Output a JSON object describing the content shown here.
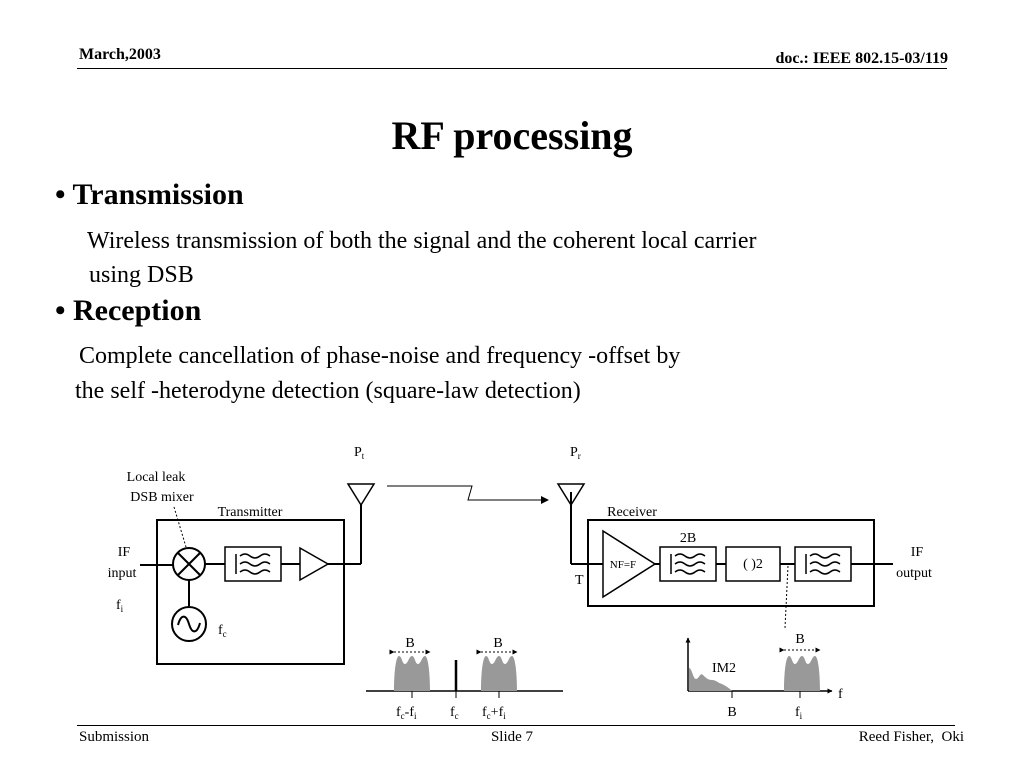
{
  "header": {
    "date": "March,2003",
    "doc": "doc.: IEEE 802.15-03/119"
  },
  "title": "RF processing",
  "sections": [
    {
      "heading": "Transmission",
      "lines": [
        "Wireless transmission of both the signal and the coherent local carrier",
        "using DSB"
      ]
    },
    {
      "heading": "Reception",
      "lines": [
        "Complete cancellation of phase-noise and frequency -offset by",
        "the self -heterodyne detection (square-law detection)"
      ]
    }
  ],
  "diagram": {
    "local_leak": "Local leak",
    "dsb_mixer": "DSB mixer",
    "transmitter": "Transmitter",
    "receiver": "Receiver",
    "if_input_1": "IF",
    "if_input_2": "input",
    "if_output_1": "IF",
    "if_output_2": "output",
    "fi_main": "f",
    "fi_sub": "i",
    "fc_main": "f",
    "fc_sub": "c",
    "pt_main": "P",
    "pt_sub": "t",
    "pr_main": "P",
    "pr_sub": "r",
    "t_label": "T",
    "nf_label": "NF=F",
    "bw_label": "2B",
    "square_label": "( )2",
    "tx_spectrum": {
      "b_left": "B",
      "b_right": "B",
      "tick1_main": "f",
      "tick1_sub1": "c",
      "tick1_mid": "-f",
      "tick1_sub2": "i",
      "tick2_main": "f",
      "tick2_sub": "c",
      "tick3_main": "f",
      "tick3_sub1": "c",
      "tick3_mid": "+f",
      "tick3_sub2": "i"
    },
    "rx_spectrum": {
      "b_top": "B",
      "im2": "IM2",
      "axis_f": "f",
      "tick_b": "B",
      "tick_fi_main": "f",
      "tick_fi_sub": "i"
    }
  },
  "footer": {
    "left": "Submission",
    "center": "Slide 7",
    "right": "Reed Fisher,  Oki"
  }
}
